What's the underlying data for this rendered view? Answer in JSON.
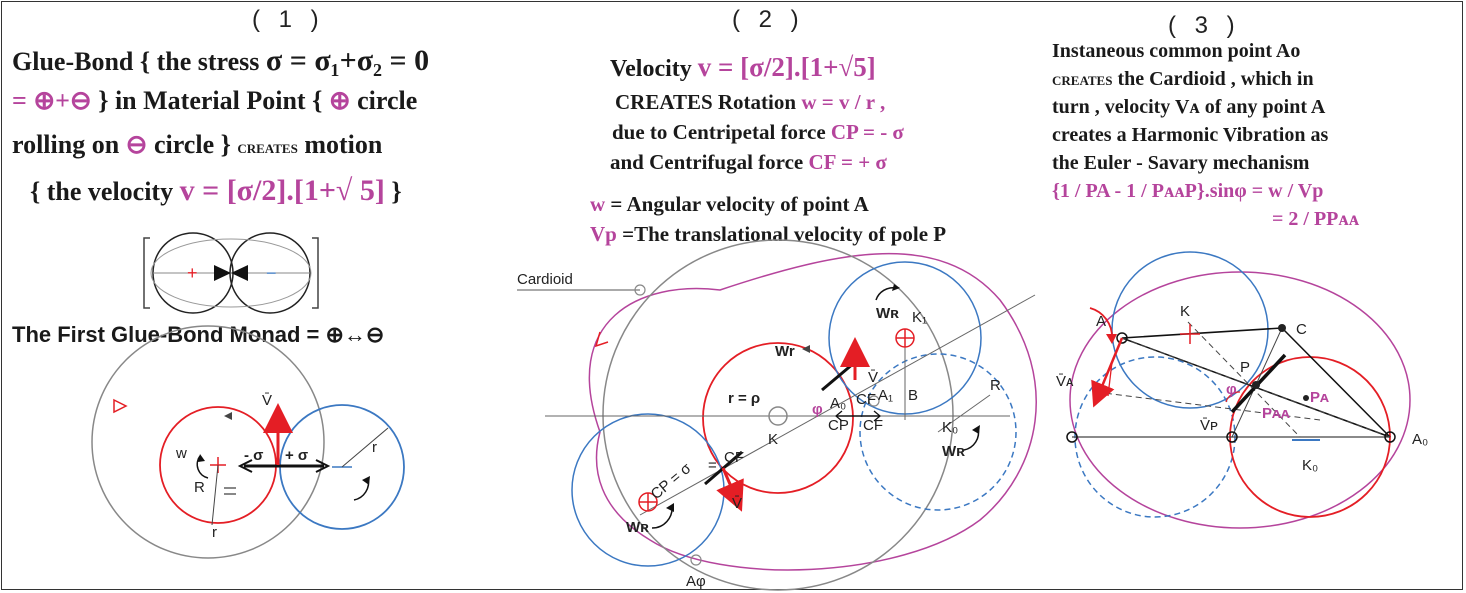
{
  "panels": {
    "p1": {
      "number": "( 1 )",
      "line1a": "Glue-Bond { the stress ",
      "line1b": "σ = σ₁+σ₂ = 0",
      "line2a": "= ⊕+⊖",
      "line2b": " } in Material Point { ",
      "line2c": "⊕",
      "line2d": " circle",
      "line3a": "rolling on ",
      "line3b": "⊖",
      "line3c": " circle } ",
      "line3d": "creates",
      "line3e": " motion",
      "line4a": "{ the velocity ",
      "line4b": "v = [σ/2].[1+√ 5]",
      "line4c": " }",
      "monad": "The First Glue-Bond Monad = ⊕↔⊖",
      "labels": {
        "vbar": "V̄",
        "w": "w",
        "minus_sigma": "- σ",
        "plus_sigma": "+ σ",
        "R": "R",
        "r_lower": "r",
        "r_right": "r",
        "plus": "+",
        "minus": "−"
      }
    },
    "p2": {
      "number": "( 2 )",
      "line1a": "Velocity     ",
      "line1b": "v = [σ/2].[1+√5]",
      "line2a": "CREATES Rotation   ",
      "line2b": "w = v / r ,",
      "line3a": "due to Centripetal force ",
      "line3b": "CP = - σ",
      "line4a": "and Centrifugal force   ",
      "line4b": "CF = + σ",
      "line5a": "w",
      "line5b": "  =  Angular velocity of point  A",
      "line6a": "Vp",
      "line6b": " =The translational velocity of pole P",
      "labels": {
        "cardioid": "Cardioid",
        "wr_top": "Wʀ",
        "k1": "K₁",
        "wr_mid": "Wr",
        "v_upper": "V̄",
        "r_rho": "r = ρ",
        "phi": "φ",
        "a0": "A₀",
        "a1": "A₁",
        "b": "B",
        "R": "R",
        "cf_small": "CF",
        "cf_bottom": "CF",
        "cp_bottom": "CP",
        "K": "K",
        "k0": "K₀",
        "wr_right": "Wʀ",
        "cp_sigma": "CP = σ",
        "eq": "=",
        "cf_tilted": "CF",
        "v_lower": "V̄",
        "wr_bottom": "Wʀ",
        "a_phi": "Aφ"
      }
    },
    "p3": {
      "number": "( 3 )",
      "line1": "Instaneous common point   Ao",
      "line2a": "creates",
      "line2b": " the Cardioid , which in",
      "line3": "turn , velocity Vᴀ of any point A",
      "line4": "creates a Harmonic Vibration as",
      "line5": "the Euler - Savary  mechanism",
      "line6": "{1 / PA - 1 / PᴀᴀP}.sinφ = w / Vp",
      "line7": "= 2 / PPᴀᴀ",
      "labels": {
        "A": "A",
        "K": "K",
        "C": "C",
        "P": "P",
        "va": "V̄ᴀ",
        "phi": "φ",
        "pa": "Pᴀ",
        "paa": "Pᴀᴀ",
        "vp": "V̄ᴘ",
        "k0": "K₀",
        "a0": "A₀"
      }
    }
  },
  "colors": {
    "red": "#e41e25",
    "blue": "#3b78c2",
    "magenta": "#b5449c",
    "gray": "#888888",
    "black": "#111111"
  }
}
